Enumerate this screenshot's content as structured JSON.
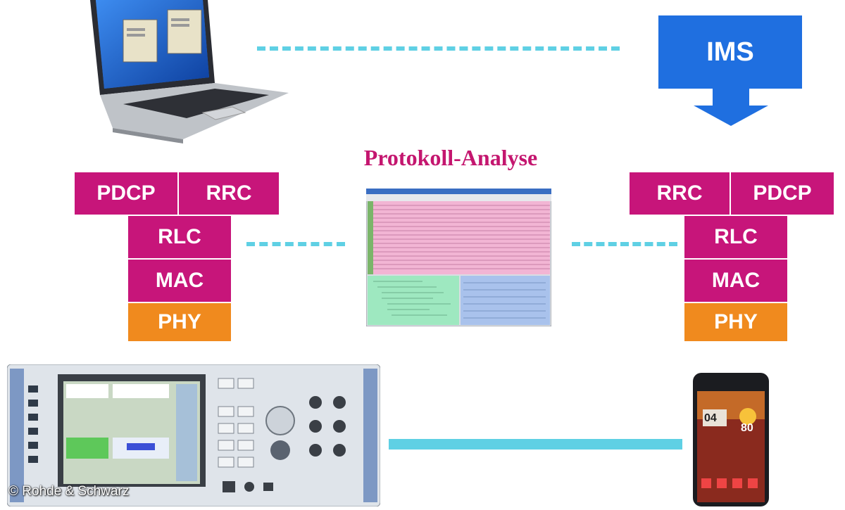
{
  "title": "Protokoll-Analyse",
  "ims_label": "IMS",
  "left_stack": {
    "pdcp": "PDCP",
    "rrc": "RRC",
    "rlc": "RLC",
    "mac": "MAC",
    "phy": "PHY"
  },
  "right_stack": {
    "rrc": "RRC",
    "pdcp": "PDCP",
    "rlc": "RLC",
    "mac": "MAC",
    "phy": "PHY"
  },
  "phone": {
    "time": "04",
    "temp": "80"
  },
  "copyright": "© Rohde & Schwarz",
  "colors": {
    "magenta": "#c7157a",
    "orange": "#f08a1e",
    "ims_blue": "#1f6fe0",
    "link_cyan": "#5fd0e4"
  }
}
